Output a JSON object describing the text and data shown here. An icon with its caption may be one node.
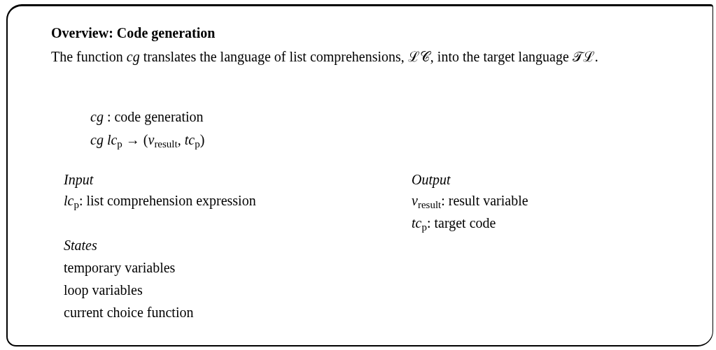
{
  "diagram": {
    "nodes": [
      {
        "text": [
          "Overview: Code generation",
          "The function *cg* translates the language of list comprehensions, ℒ𝒞, into the target language 𝒯ℒ.",
          "*cg* : code generation",
          "*cg lc*$_{p}$ → (*v*$_{result}$, *tc*$_{p}$)",
          "Input",
          "*lc*$_{p}$: list comprehension expression",
          "Output",
          "*v*$_{result}$: result variable",
          "*tc*$_{p}$: target code",
          "States",
          "temporary variables",
          "loop variables",
          "current choice function"
        ]
      }
    ]
  }
}
